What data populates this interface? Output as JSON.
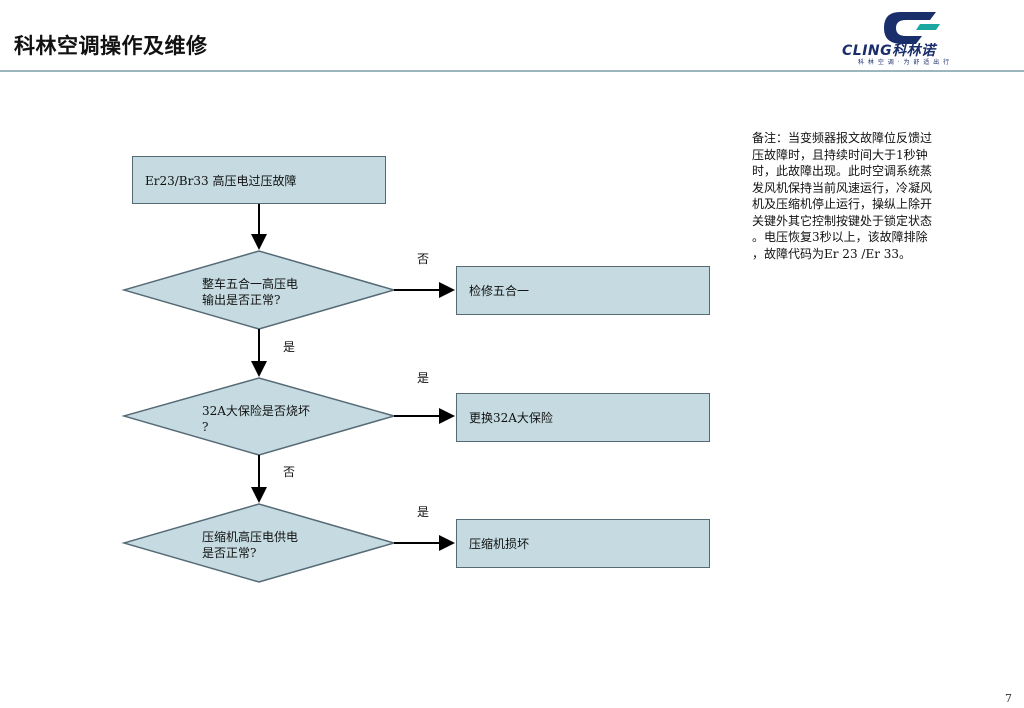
{
  "header": {
    "title": "科林空调操作及维修"
  },
  "logo": {
    "name": "CLING科林诺",
    "tagline": "科 林 空 调 · 为 舒 适 出 行"
  },
  "flowchart": {
    "start": "Er23/Br33  高压电过压故障",
    "decision1": {
      "line1": "整车五合一高压电",
      "line2": "输出是否正常?"
    },
    "decision2": {
      "line1": "32A大保险是否烧坏",
      "line2": "?"
    },
    "decision3": {
      "line1": "压缩机高压电供电",
      "line2": "是否正常?"
    },
    "action1": "检修五合一",
    "action2": "更换32A大保险",
    "action3": "压缩机损坏",
    "edge_d1_right": "否",
    "edge_d1_down": "是",
    "edge_d2_right": "是",
    "edge_d2_down": "否",
    "edge_d3_right": "是"
  },
  "note": "备注：当变频器报文故障位反馈过\n压故障时，且持续时间大于1秒钟\n时，此故障出现。此时空调系统蒸\n发风机保持当前风速运行，冷凝风\n机及压缩机停止运行，操纵上除开\n关键外其它控制按键处于锁定状态\n。电压恢复3秒以上，该故障排除\n，故障代码为Er 23 /Er 33。",
  "page": {
    "number": "7"
  },
  "colors": {
    "shape_fill": "#c5dbe1",
    "shape_stroke": "#556a75",
    "header_line": "#9bb7bd",
    "logo_blue": "#1a2e6b",
    "logo_teal": "#19a7a0"
  }
}
